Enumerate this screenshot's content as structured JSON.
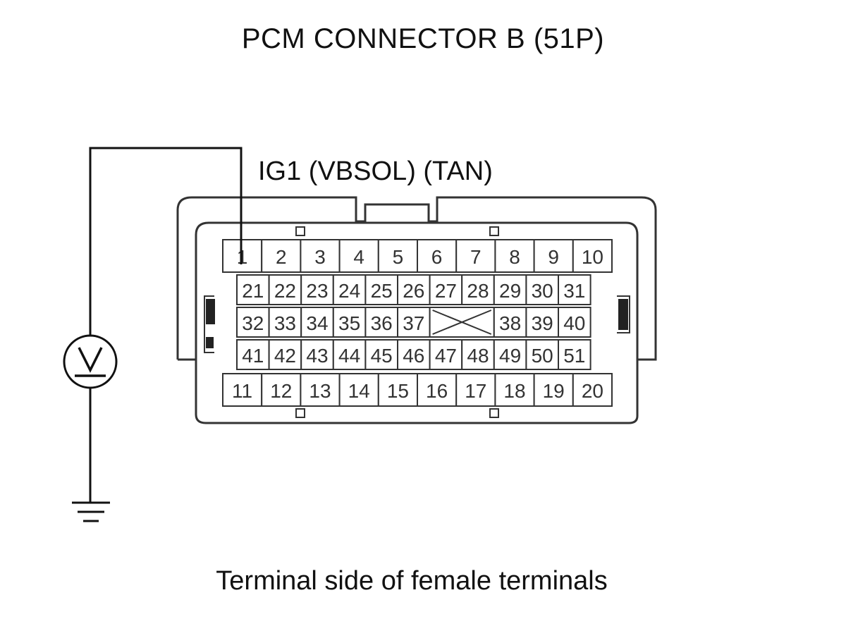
{
  "diagram": {
    "title": "PCM CONNECTOR B (51P)",
    "wire_label": "IG1 (VBSOL) (TAN)",
    "caption": "Terminal side of female terminals",
    "meter": {
      "icon": "voltmeter-icon",
      "symbol": "V"
    },
    "ground": {
      "icon": "ground-icon"
    },
    "probed_terminal": "1",
    "connector": {
      "rows": [
        [
          "1",
          "2",
          "3",
          "4",
          "5",
          "6",
          "7",
          "8",
          "9",
          "10"
        ],
        [
          "21",
          "22",
          "23",
          "24",
          "25",
          "26",
          "27",
          "28",
          "29",
          "30",
          "31"
        ],
        [
          "32",
          "33",
          "34",
          "35",
          "36",
          "37",
          "",
          "38",
          "39",
          "40"
        ],
        [
          "41",
          "42",
          "43",
          "44",
          "45",
          "46",
          "47",
          "48",
          "49",
          "50",
          "51"
        ],
        [
          "11",
          "12",
          "13",
          "14",
          "15",
          "16",
          "17",
          "18",
          "19",
          "20"
        ]
      ],
      "blank_cavity_note": "X"
    }
  }
}
